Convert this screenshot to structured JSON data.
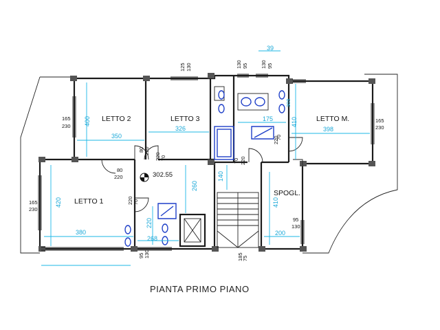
{
  "title": "PIANTA  PRIMO PIANO",
  "rooms": {
    "letto2": "LETTO 2",
    "letto3": "LETTO 3",
    "lettoM": "LETTO M.",
    "letto1": "LETTO 1",
    "spogl": "SPOGL."
  },
  "elevation": "302.55",
  "dims_cyan": {
    "d350": "350",
    "d326": "326",
    "d398": "398",
    "d380": "380",
    "d420": "420",
    "d410a": "410",
    "d410b": "410",
    "d400": "400",
    "d260": "260",
    "d220": "220",
    "d268": "268",
    "d200": "200",
    "d140": "140",
    "d175": "175",
    "d39": "39",
    "d309": "309"
  },
  "dims_black": {
    "w165a": "165",
    "w230a": "230",
    "w165b": "165",
    "w230b": "230",
    "w165c": "165",
    "w230c": "230",
    "w125": "125",
    "w130a": "130",
    "w130b": "130",
    "w95a": "95",
    "w130c": "130",
    "w95b": "95",
    "w80a": "80",
    "w220a": "220",
    "w80b": "80",
    "w220b": "220",
    "w70a": "70",
    "w220c": "220",
    "w70b": "70",
    "w220d": "220",
    "w70c": "70",
    "w220e": "220",
    "w70d": "70",
    "w220f": "220",
    "w95c": "95",
    "w130d": "130",
    "w95d": "95",
    "w130e": "130",
    "w185": "185",
    "w75": "75"
  }
}
